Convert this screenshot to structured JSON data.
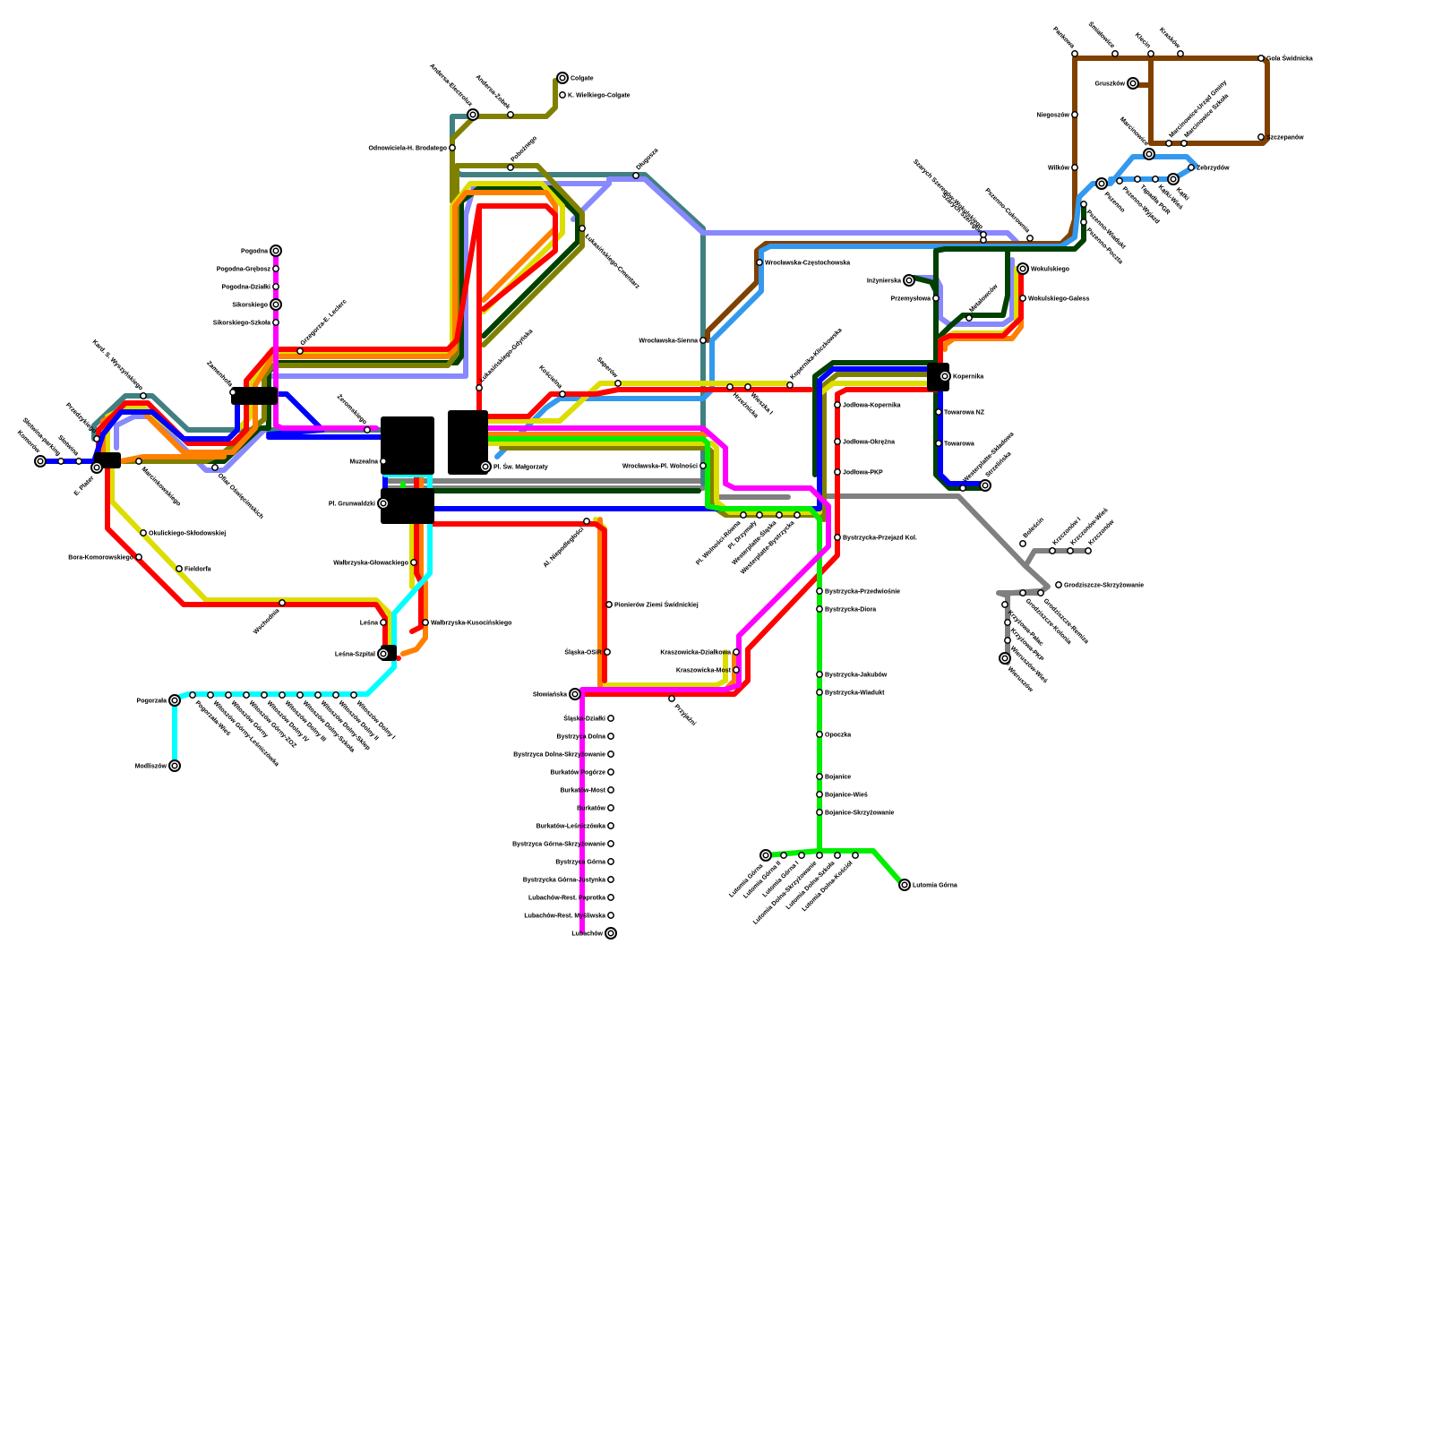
{
  "colors": {
    "red": "#ff0000",
    "orange": "#ff8000",
    "yellow": "#dddd00",
    "olive": "#808000",
    "darkgreen": "#004000",
    "green": "#00ee00",
    "blue": "#0000ff",
    "lightblue": "#3399ee",
    "lavender": "#8888ff",
    "teal": "#408080",
    "magenta": "#ff00ff",
    "cyan": "#00ffff",
    "brown": "#804000",
    "gray": "#808080"
  },
  "stations": [
    {
      "name": "Pogodna",
      "id": "pogodna"
    },
    {
      "name": "Pogodna-Grębosz",
      "id": "pogodna-grebosz"
    },
    {
      "name": "Pogodna-Działki",
      "id": "pogodna-dzialki"
    },
    {
      "name": "Sikorskiego",
      "id": "sikorskiego"
    },
    {
      "name": "Sikorskiego-Szkoła",
      "id": "sikorskiego-szkola"
    },
    {
      "name": "Grzegorza-E. Leclerc",
      "id": "grzegorza"
    },
    {
      "name": "Kard. S. Wyszyńskiego",
      "id": "wyszynskiego"
    },
    {
      "name": "Zamenhofa",
      "id": "zamenhofa"
    },
    {
      "name": "Przedzykiego",
      "id": "przedzykiego"
    },
    {
      "name": "Słotwina-parking",
      "id": "slotwina-parking"
    },
    {
      "name": "Komorów",
      "id": "komorow"
    },
    {
      "name": "Słotwina",
      "id": "slotwina"
    },
    {
      "name": "E. Plater",
      "id": "e-plater"
    },
    {
      "name": "Marcinkowskiego",
      "id": "marcinkowskiego"
    },
    {
      "name": "Ofiar Oświęcimskich",
      "id": "ofiar"
    },
    {
      "name": "Żeromskiego",
      "id": "zeromskiego"
    },
    {
      "name": "Muzealna",
      "id": "muzealna"
    },
    {
      "name": "Pl. Grunwaldzki",
      "id": "pl-grunwaldzki"
    },
    {
      "name": "Okulickiego-Skłodowskiej",
      "id": "okulickiego"
    },
    {
      "name": "Bora-Komorowskiego",
      "id": "bora"
    },
    {
      "name": "Fieldorfa",
      "id": "fieldorfa"
    },
    {
      "name": "Wschodnia",
      "id": "wschodnia"
    },
    {
      "name": "Leśna",
      "id": "lesna"
    },
    {
      "name": "Leśna-Szpital",
      "id": "lesna-szpital"
    },
    {
      "name": "Wałbrzyska-Głowackiego",
      "id": "walbrzyska-glowackiego"
    },
    {
      "name": "Wałbrzyska-Kusocińskiego",
      "id": "walbrzyska-kusocinskiego"
    },
    {
      "name": "Pogorzała",
      "id": "pogorzala"
    },
    {
      "name": "Modliszów",
      "id": "modliszow"
    },
    {
      "name": "Pogorzała-Wieś",
      "id": "pogorzala-wies"
    },
    {
      "name": "Witoszów Górny-Leśniczówka",
      "id": "witoszow-g-lesn"
    },
    {
      "name": "Witoszów Górny",
      "id": "witoszow-g"
    },
    {
      "name": "Witoszów Górny-ZOZ",
      "id": "witoszow-g-zoz"
    },
    {
      "name": "Witoszów Dolny IV",
      "id": "witoszow-d-iv"
    },
    {
      "name": "Witoszów Dolny III",
      "id": "witoszow-d-iii"
    },
    {
      "name": "Witoszów Dolny-Szkoła",
      "id": "witoszow-d-szkola"
    },
    {
      "name": "Witoszów Dolny-Sklep",
      "id": "witoszow-d-sklep"
    },
    {
      "name": "Witoszów Dolny II",
      "id": "witoszow-d-ii"
    },
    {
      "name": "Witoszów Dolny I",
      "id": "witoszow-d-i"
    },
    {
      "name": "Colgate",
      "id": "colgate"
    },
    {
      "name": "K. Wielkiego-Colgate",
      "id": "k-wielkiego"
    },
    {
      "name": "Andersa-Electrolux",
      "id": "andersa-electrolux"
    },
    {
      "name": "Andersa-Żobek",
      "id": "andersa-zobek"
    },
    {
      "name": "Odnowiciela-H. Brodatego",
      "id": "odnowiciela"
    },
    {
      "name": "Pobożnego",
      "id": "poboznego"
    },
    {
      "name": "Łukasińskiego-Cmentarz",
      "id": "lukasinskiego-cm"
    },
    {
      "name": "Łukasińskiego-Gdyńska",
      "id": "lukasinskiego-gd"
    },
    {
      "name": "Pl. Św. Małgorzaty",
      "id": "pl-malgorzaty"
    },
    {
      "name": "Kościelna",
      "id": "koscielna"
    },
    {
      "name": "Saperów",
      "id": "saperow"
    },
    {
      "name": "Długosza",
      "id": "dlugosza"
    },
    {
      "name": "Wrocławska-Sienna",
      "id": "wroclawska-sienna"
    },
    {
      "name": "Wrocławska-Częstochowska",
      "id": "wroclawska-czest"
    },
    {
      "name": "Wrocławska-Pl. Wolności",
      "id": "wroclawska-pl-wol"
    },
    {
      "name": "Hrzeźnicka",
      "id": "hrzeznicka"
    },
    {
      "name": "Wieszka I",
      "id": "wieszka"
    },
    {
      "name": "Kopernika-Kliczkowska",
      "id": "kopernika-kliczkowska"
    },
    {
      "name": "Jodłowa-Kopernika",
      "id": "jodlowa-kopernika"
    },
    {
      "name": "Jodłowa-Okrężna",
      "id": "jodlowa-okrezna"
    },
    {
      "name": "Jodłowa-PKP",
      "id": "jodlowa-pkp"
    },
    {
      "name": "Pl. Wolności-Równa",
      "id": "pl-wolnosci-rowna"
    },
    {
      "name": "Pl. Drzymały",
      "id": "pl-drzymaly"
    },
    {
      "name": "Westerplatte-Śląska",
      "id": "westerplatte-slaska"
    },
    {
      "name": "Westerplatte-Bystrzycka",
      "id": "westerplatte-bystrzycka"
    },
    {
      "name": "Bystrzycka-Przejazd Kol.",
      "id": "bystrzycka-przejazd"
    },
    {
      "name": "Bystrzycka-Przedwiośnie",
      "id": "bystrzycka-przedwiosnie"
    },
    {
      "name": "Bystrzycka-Diora",
      "id": "bystrzycka-diora"
    },
    {
      "name": "Bystrzycka-Jakubów",
      "id": "bystrzycka-jakubow"
    },
    {
      "name": "Bystrzycka-Wiadukt",
      "id": "bystrzycka-wiadukt"
    },
    {
      "name": "Opoczka",
      "id": "opoczka"
    },
    {
      "name": "Bojanice",
      "id": "bojanice"
    },
    {
      "name": "Bojanice-Wieś",
      "id": "bojanice-wies"
    },
    {
      "name": "Bojanice-Skrzyżowanie",
      "id": "bojanice-skrz"
    },
    {
      "name": "Lutomia Górna",
      "id": "lutomia-gorna"
    },
    {
      "name": "Lutomia Górna II",
      "id": "lutomia-gorna-ii"
    },
    {
      "name": "Lutomia Górna I",
      "id": "lutomia-gorna-i"
    },
    {
      "name": "Lutomia Dolna-Skrzyżowanie",
      "id": "lutomia-dolna-skrz"
    },
    {
      "name": "Lutomia Dolna-Szkoła",
      "id": "lutomia-dolna-szkola"
    },
    {
      "name": "Lutomia Dolna-Kościół",
      "id": "lutomia-dolna-kosciol"
    },
    {
      "name": "Lutomia Górna",
      "id": "lutomia-gorna-end"
    },
    {
      "name": "Pionierów Ziemi Świdnickiej",
      "id": "pionierow"
    },
    {
      "name": "Śląska-OSiR",
      "id": "slaska-osir"
    },
    {
      "name": "Al. Niepodległości",
      "id": "al-niepodleglosci"
    },
    {
      "name": "Słowiańska",
      "id": "slowianska"
    },
    {
      "name": "Przyjaźni",
      "id": "przyjazni"
    },
    {
      "name": "Kraszowicka-Działkowa",
      "id": "kraszowicka-dzialkowa"
    },
    {
      "name": "Kraszowicka-Most",
      "id": "kraszowicka-most"
    },
    {
      "name": "Śląska-Działki",
      "id": "slaska-dzialki"
    },
    {
      "name": "Bystrzyca Dolna",
      "id": "bystrzyca-dolna"
    },
    {
      "name": "Bystrzyca Dolna-Skrzyżowanie",
      "id": "bystrzyca-dolna-skrz"
    },
    {
      "name": "Burkatów Pogórze",
      "id": "burkatow-pogorze"
    },
    {
      "name": "Burkatów-Most",
      "id": "burkatow-most"
    },
    {
      "name": "Burkatów",
      "id": "burkatow"
    },
    {
      "name": "Burkatów-Leśniczówka",
      "id": "burkatow-lesn"
    },
    {
      "name": "Bystrzyca Górna-Skrzyżowanie",
      "id": "bystrzyca-gorna-skrz"
    },
    {
      "name": "Bystrzyca Górna",
      "id": "bystrzyca-gorna"
    },
    {
      "name": "Bystrzycka Górna-Justynka",
      "id": "bystrzycka-justynka"
    },
    {
      "name": "Lubachów-Rest. Paprotka",
      "id": "lubachow-paprotka"
    },
    {
      "name": "Lubachów-Rest. Myśliwska",
      "id": "lubachow-mysliwska"
    },
    {
      "name": "Lubachów",
      "id": "lubachow"
    },
    {
      "name": "Kopernika",
      "id": "kopernika"
    },
    {
      "name": "Towarowa NZ",
      "id": "towarowa-nz"
    },
    {
      "name": "Towarowa",
      "id": "towarowa"
    },
    {
      "name": "Westerplatte-Składowa",
      "id": "westerplatte-skladowa"
    },
    {
      "name": "Strzelińska",
      "id": "strzelinska"
    },
    {
      "name": "Inżynierska",
      "id": "inzynierska"
    },
    {
      "name": "Przemysłowa",
      "id": "przemyslowa"
    },
    {
      "name": "Metalowców",
      "id": "metalowcow"
    },
    {
      "name": "Wokulskiego",
      "id": "wokulskiego"
    },
    {
      "name": "Wokulskiego-Galess",
      "id": "wokulskiego-galess"
    },
    {
      "name": "Szarych Szeregów",
      "id": "szarych"
    },
    {
      "name": "Szarych Szeregów-Wokulskiego",
      "id": "szarych-wok"
    },
    {
      "name": "Pszenno-Cukrownia",
      "id": "pszenno-cukrownia"
    },
    {
      "name": "Pszenno-Wiadukt",
      "id": "pszenno-wiadukt"
    },
    {
      "name": "Pszenno-Poczta",
      "id": "pszenno-poczta"
    },
    {
      "name": "Pszenno",
      "id": "pszenno"
    },
    {
      "name": "Pszenno-Wyjazd",
      "id": "pszenno-wyjazd"
    },
    {
      "name": "Boleścin",
      "id": "bolescin"
    },
    {
      "name": "Krzczonów I",
      "id": "krzczonow-i"
    },
    {
      "name": "Krzczonów-Wieś",
      "id": "krzczonow-wies"
    },
    {
      "name": "Krzczonów",
      "id": "krzczonow"
    },
    {
      "name": "Grodziszcze-Skrzyżowanie",
      "id": "grodziszcze-skrz"
    },
    {
      "name": "Grodziszcze-Kolonia",
      "id": "grodziszcze-kolonia"
    },
    {
      "name": "Grodziszcze-Remiza",
      "id": "grodziszcze-remiza"
    },
    {
      "name": "Krzyżowa-Pałac",
      "id": "krzyzowa-palac"
    },
    {
      "name": "Krzyżowa-PKP",
      "id": "krzyzowa-pkp"
    },
    {
      "name": "Wieruszów-Wieś",
      "id": "wieruszow-wies"
    },
    {
      "name": "Wieruszów",
      "id": "wieruszow"
    },
    {
      "name": "Marcinowice",
      "id": "marcinowice"
    },
    {
      "name": "Marcinowice-Urząd Gminy",
      "id": "marcinowice-ug"
    },
    {
      "name": "Marcinowice Szkoła",
      "id": "marcinowice-szkola"
    },
    {
      "name": "Szczepanów",
      "id": "szczepanow"
    },
    {
      "name": "Gola Świdnicka",
      "id": "gola"
    },
    {
      "name": "Zebrzydów",
      "id": "zebrzydow"
    },
    {
      "name": "Tąpadła PGR",
      "id": "tapadla"
    },
    {
      "name": "Kątki-Wieś",
      "id": "katki-wies"
    },
    {
      "name": "Kątki",
      "id": "katki"
    },
    {
      "name": "Pankowa",
      "id": "pankowa"
    },
    {
      "name": "Śmiałowice",
      "id": "smialowice"
    },
    {
      "name": "Klecin",
      "id": "klecin"
    },
    {
      "name": "Krasków",
      "id": "kraskow"
    },
    {
      "name": "Gruszków",
      "id": "gruszkow"
    },
    {
      "name": "Niegoszów",
      "id": "niegoszow"
    },
    {
      "name": "Wilków",
      "id": "wilkow"
    }
  ]
}
